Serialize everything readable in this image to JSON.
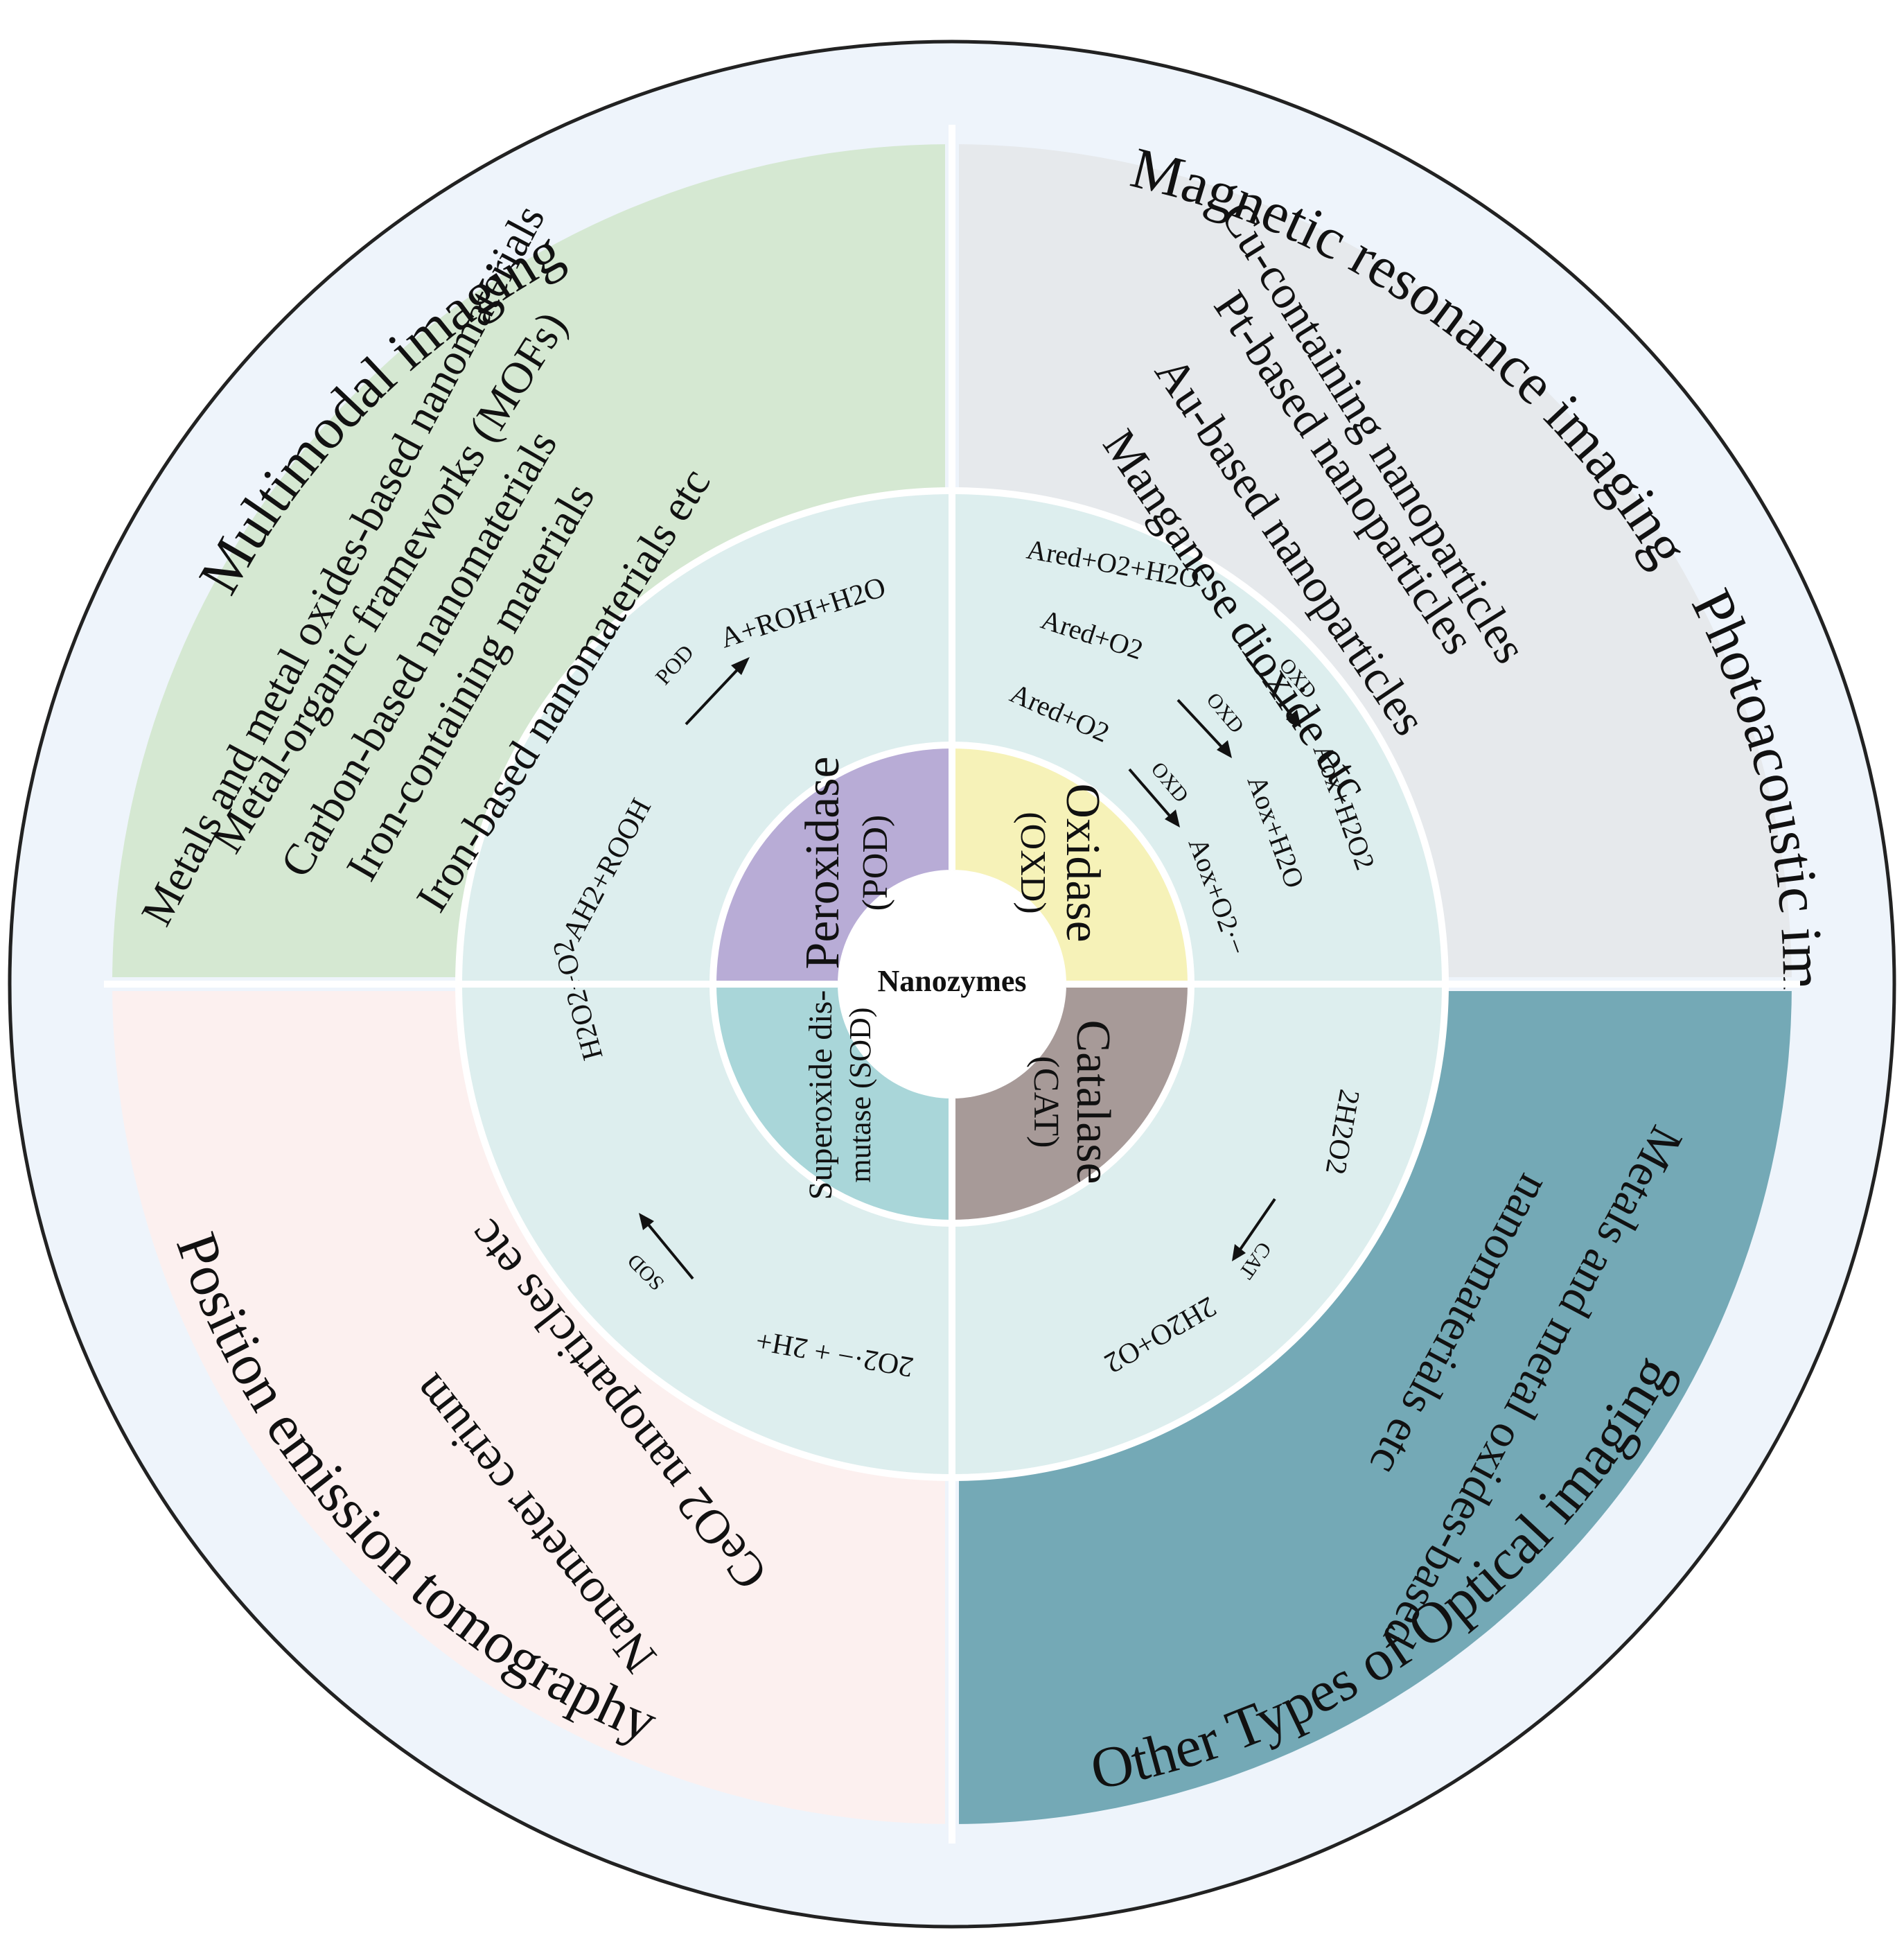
{
  "center": {
    "label": "Nanozymes"
  },
  "enzymes": {
    "pod": {
      "name": "Peroxidase",
      "abbr": "(POD)",
      "color": "#b8acd6"
    },
    "oxd": {
      "name": "Oxidase",
      "abbr": "(OXD)",
      "color": "#f6f2b8"
    },
    "cat": {
      "name": "Catalase",
      "abbr": "(CAT)",
      "color": "#a79a98"
    },
    "sod": {
      "name_line1": "Superoxide dis-",
      "name_line2": "mutase (SOD)",
      "color": "#a9d6d9"
    }
  },
  "reactions": {
    "pod": {
      "reactant": "AH2+ROOH",
      "enzyme": "POD",
      "product": "A+ROH+H2O"
    },
    "oxd": [
      {
        "reactant": "Ared+O2+H2O",
        "enzyme": "OXD",
        "product": "Aox+H2O2"
      },
      {
        "reactant": "Ared+O2",
        "enzyme": "OXD",
        "product": "Aox+H2O"
      },
      {
        "reactant": "Ared+O2",
        "enzyme": "OXD",
        "product": "Aox+O2·−"
      }
    ],
    "cat": {
      "reactant": "2H2O2",
      "enzyme": "CAT",
      "product": "2H2O+O2"
    },
    "sod": {
      "reactant": "2O2·− + 2H+",
      "enzyme": "SOD",
      "product": "H2O2+O2"
    }
  },
  "quadrants": {
    "multimodal": {
      "title": "Multimodal imaging",
      "color": "#d5e8d2",
      "items": [
        "Metals and metal oxides-based nanomaterials",
        "Metal-organic frameworks (MOFs)",
        "Carbon-based nanomaterials",
        "Iron-containing materials",
        "Iron-based nanomaterials etc"
      ]
    },
    "mri": {
      "title": "Magnetic resonance imaging",
      "color": "#e6e9ec",
      "items": [
        "Cu-containing nanoparticles",
        "Pt-based nanoparticles",
        "Au-based nanoparticles",
        "Manganese dioxide etc"
      ]
    },
    "photoacoustic": {
      "title": "Photoacoustic imaging",
      "color": "#74a9b6",
      "items": [
        "Metals and metal oxides-based",
        "nanomaterials etc"
      ]
    },
    "optical": {
      "title": "Other Types of Optical imaging"
    },
    "pet": {
      "title": "Position emission tomography",
      "color": "#fcf0ef",
      "items": [
        "Nanometer cerium",
        "CeO2 nanoparticles etc"
      ]
    }
  },
  "colors": {
    "outer_ring": "#eef4fb",
    "outline": "#222222",
    "reaction_ring": "#ddeeee"
  }
}
